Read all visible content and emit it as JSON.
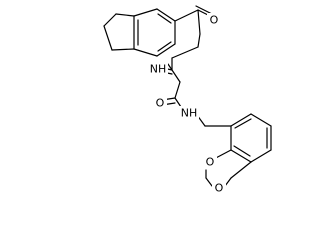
{
  "structure": {
    "atoms": [
      {
        "id": "O1",
        "label": "O"
      },
      {
        "id": "N1",
        "label": "NH"
      },
      {
        "id": "O2",
        "label": "O"
      },
      {
        "id": "N2",
        "label": "NH"
      },
      {
        "id": "O3",
        "label": "O"
      },
      {
        "id": "O4",
        "label": "O"
      }
    ]
  }
}
